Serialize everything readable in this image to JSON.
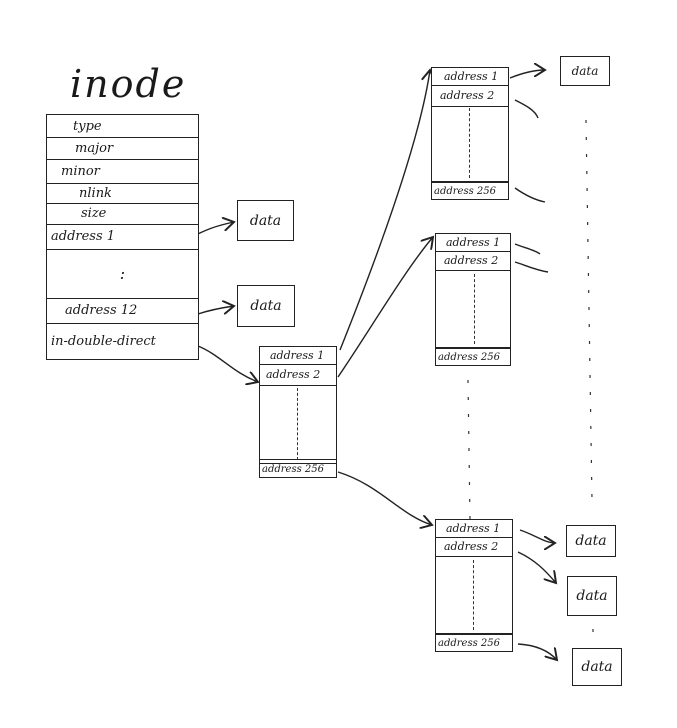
{
  "diagram": {
    "title": "inode",
    "inode_table": {
      "fields": [
        "type",
        "major",
        "minor",
        "nlink",
        "size",
        "address 1",
        "",
        "address 12",
        "in-double-direct"
      ],
      "ellipsis": ":"
    },
    "direct_data_boxes": [
      "data",
      "data"
    ],
    "first_level_block": {
      "entries": [
        "address 1",
        "address 2",
        "address 256"
      ]
    },
    "second_level_blocks": [
      {
        "entries": [
          "address 1",
          "address 2",
          "address 256"
        ]
      },
      {
        "entries": [
          "address 1",
          "address 2",
          "address 256"
        ]
      },
      {
        "entries": [
          "address 1",
          "address 2",
          "address 256"
        ]
      }
    ],
    "right_column_data_boxes": [
      "data",
      "data",
      "data",
      "data"
    ]
  }
}
